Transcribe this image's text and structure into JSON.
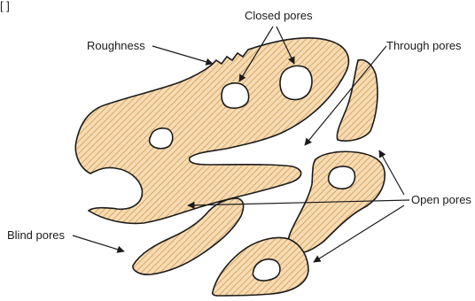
{
  "corner_text": "[ ]",
  "labels": {
    "closed_pores": "Closed pores",
    "roughness": "Roughness",
    "through_pores": "Through pores",
    "open_pores": "Open pores",
    "blind_pores": "Blind pores"
  },
  "colors": {
    "fill": "#f7dcb3",
    "hatch": "#d9a66a",
    "outline": "#1b1b1b",
    "text": "#1a1a1a"
  }
}
